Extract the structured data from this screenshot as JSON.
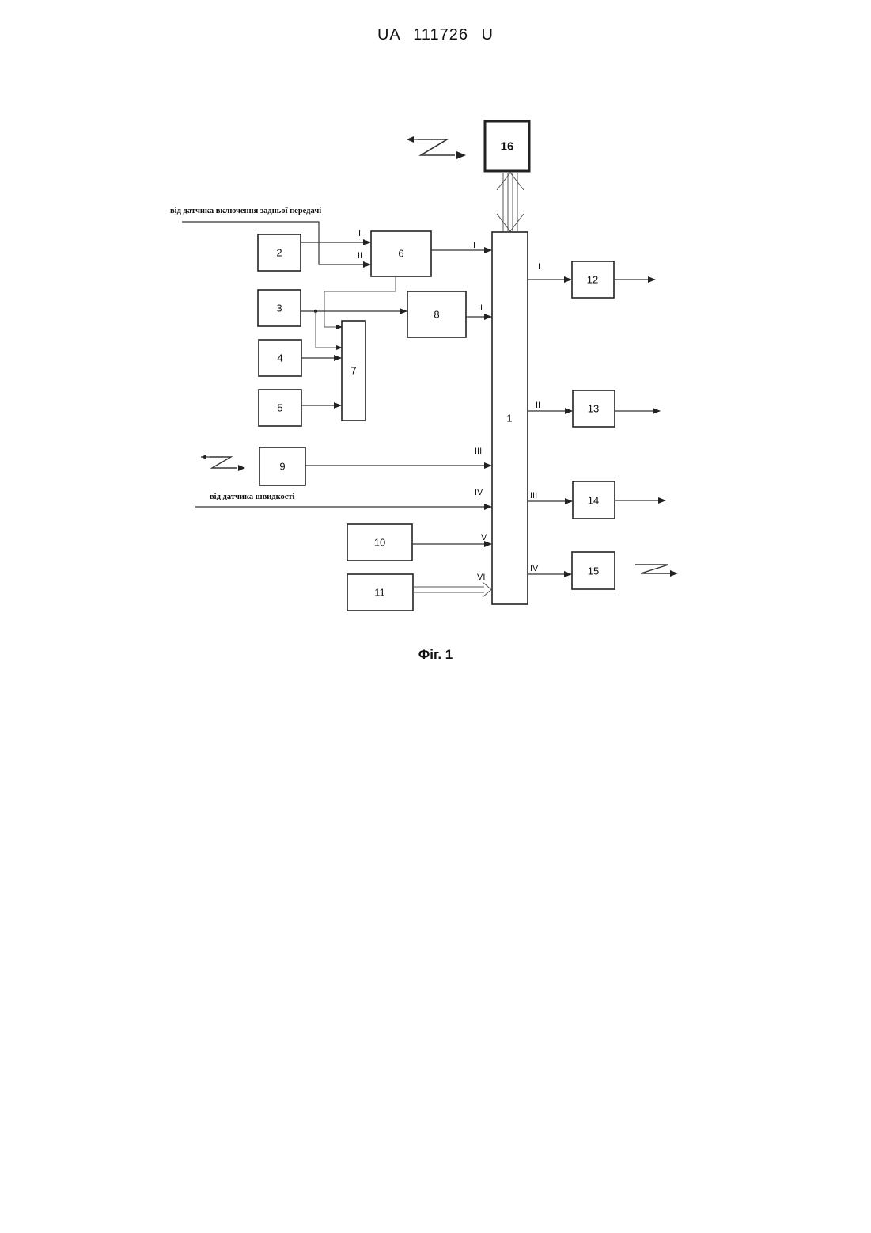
{
  "header": {
    "publication_number": "UA   111726   U"
  },
  "figure": {
    "caption": "Фіг. 1",
    "labels": {
      "reverse_gear_sensor": "від датчика включення задньої передачі",
      "speed_sensor": "від датчика швидкості"
    },
    "blocks": {
      "b1": "1",
      "b2": "2",
      "b3": "3",
      "b4": "4",
      "b5": "5",
      "b6": "6",
      "b7": "7",
      "b8": "8",
      "b9": "9",
      "b10": "10",
      "b11": "11",
      "b12": "12",
      "b13": "13",
      "b14": "14",
      "b15": "15",
      "b16": "16"
    },
    "ports": {
      "in6_I": "I",
      "in6_II": "II",
      "in1_I": "I",
      "in1_II": "II",
      "in1_III": "III",
      "in1_IV": "IV",
      "in1_V": "V",
      "in1_VI": "VI",
      "out1_I": "I",
      "out1_II": "II",
      "out1_III": "III",
      "out1_IV": "IV"
    }
  }
}
